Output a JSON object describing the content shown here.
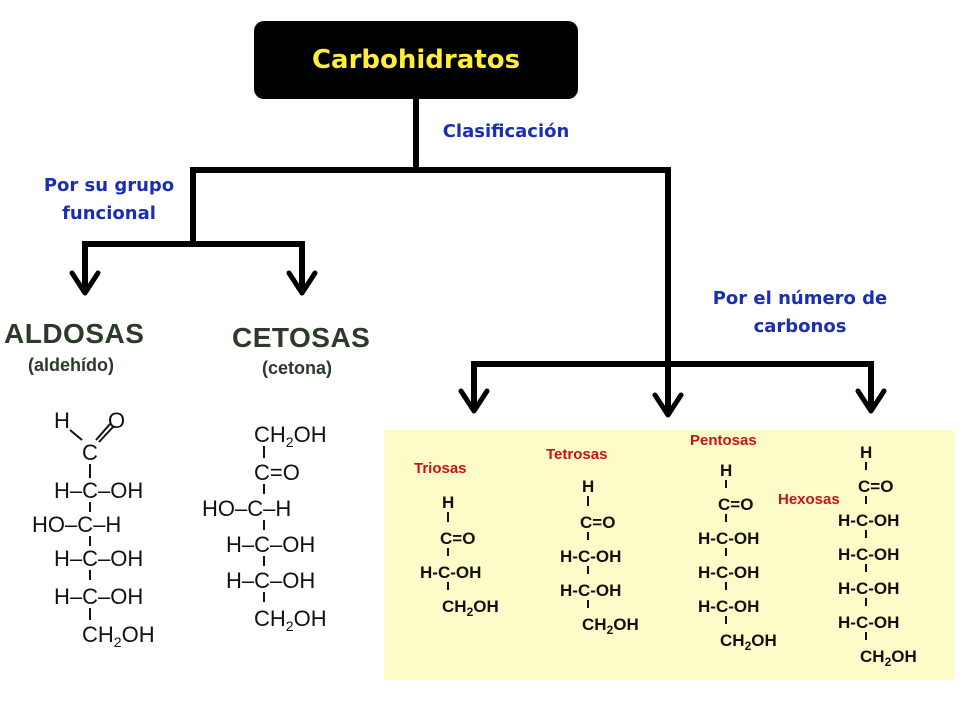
{
  "root": {
    "title": "Carbohidratos"
  },
  "edges": {
    "classification": "Clasificación",
    "by_group": [
      "Por su grupo",
      "funcional"
    ],
    "by_carbons": [
      "Por el número de",
      "carbonos"
    ]
  },
  "classes": {
    "aldosas": {
      "title": "ALDOSAS",
      "subtitle": "(aldehído)"
    },
    "cetosas": {
      "title": "CETOSAS",
      "subtitle": "(cetona)"
    }
  },
  "groups": {
    "triosas": "Triosas",
    "tetrosas": "Tetrosas",
    "pentosas": "Pentosas",
    "hexosas": "Hexosas"
  },
  "colors": {
    "root_bg": "#000000",
    "root_text": "#ffef3a",
    "edge_label": "#1a2fb0",
    "class_title": "#2c3a2a",
    "panel_bg": "#fdfbc8",
    "group_label": "#c8121b"
  }
}
